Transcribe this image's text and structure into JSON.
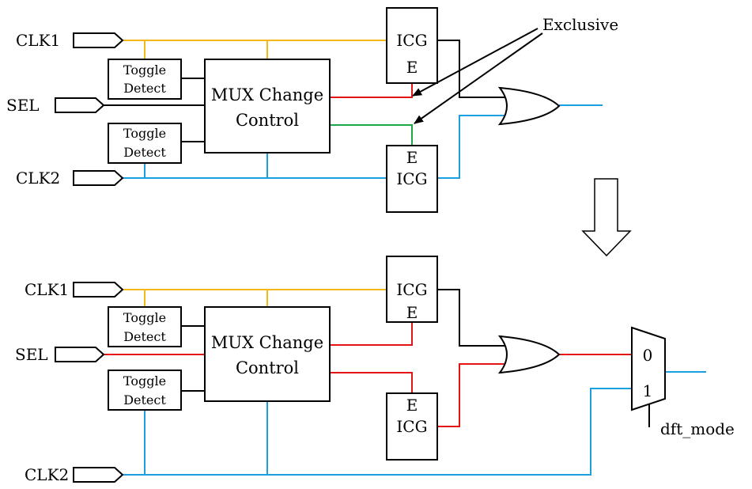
{
  "colors": {
    "clk1_wire": "#f5b81a",
    "clk2_wire": "#1aa0e0",
    "red_wire": "#e41414",
    "green_wire": "#1aa84a",
    "black_wire": "#000000"
  },
  "top": {
    "inputs": {
      "clk1": "CLK1",
      "sel": "SEL",
      "clk2": "CLK2"
    },
    "toggle_upper": [
      "Toggle",
      "Detect"
    ],
    "toggle_lower": [
      "Toggle",
      "Detect"
    ],
    "mux_change": [
      "MUX Change",
      "Control"
    ],
    "icg_upper": {
      "name": "ICG",
      "enable": "E"
    },
    "icg_lower": {
      "name": "ICG",
      "enable": "E"
    },
    "annotation": "Exclusive"
  },
  "bottom": {
    "inputs": {
      "clk1": "CLK1",
      "sel": "SEL",
      "clk2": "CLK2"
    },
    "toggle_upper": [
      "Toggle",
      "Detect"
    ],
    "toggle_lower": [
      "Toggle",
      "Detect"
    ],
    "mux_change": [
      "MUX Change",
      "Control"
    ],
    "icg_upper": {
      "name": "ICG",
      "enable": "E"
    },
    "icg_lower": {
      "name": "ICG",
      "enable": "E"
    },
    "mux": {
      "in0": "0",
      "in1": "1",
      "select": "dft_mode"
    }
  }
}
